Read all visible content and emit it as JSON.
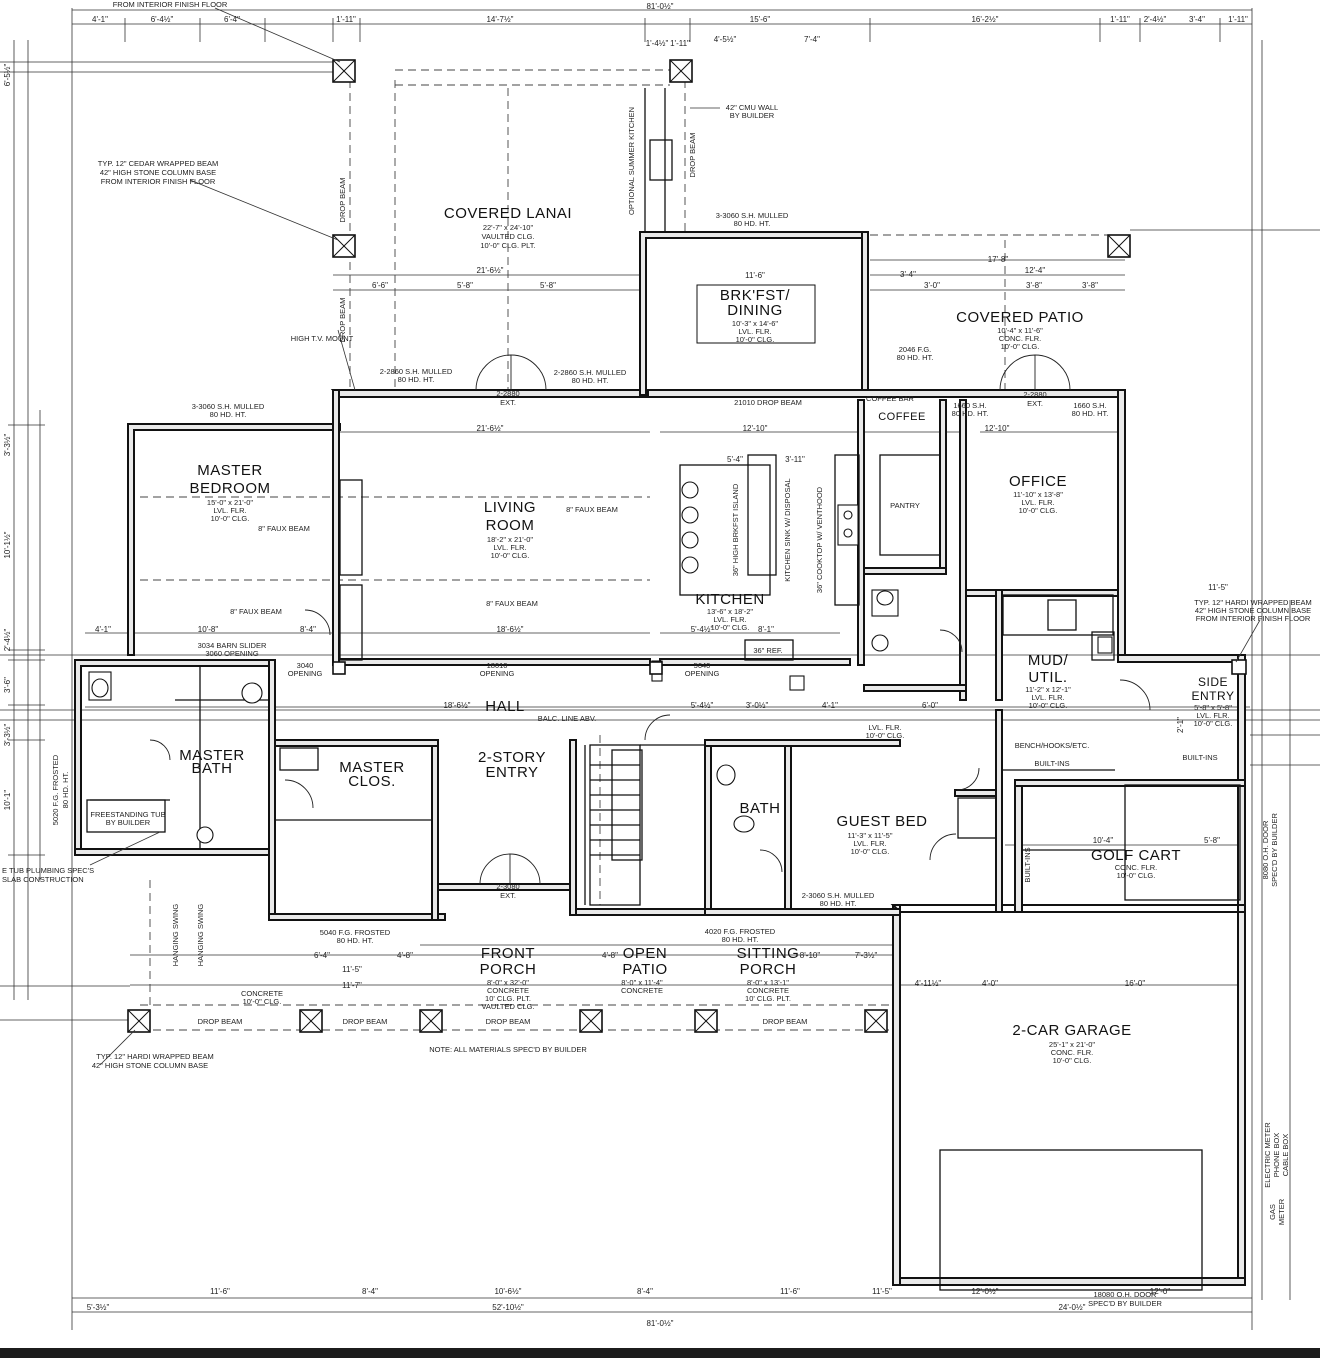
{
  "rooms": [
    {
      "id": "covered-lanai",
      "name": "COVERED LANAI",
      "x": 0,
      "y": 0,
      "lines": [
        "22'-7\" x 24'-10\"",
        "VAULTED CLG.",
        "10'-0\" CLG. PLT."
      ]
    },
    {
      "id": "brkfst-dining",
      "name": "BRK'FST/",
      "name2": "DINING",
      "lines": [
        "10'-3\" x 14'-6\"",
        "LVL. FLR.",
        "10'-0\" CLG."
      ]
    },
    {
      "id": "covered-patio",
      "name": "COVERED PATIO",
      "lines": [
        "10'-4\" x 11'-6\"",
        "CONC. FLR.",
        "10'-0\" CLG."
      ]
    },
    {
      "id": "master-bedroom",
      "name": "MASTER",
      "name2": "BEDROOM",
      "lines": [
        "15'-0\" x 21'-0\"",
        "LVL. FLR.",
        "10'-0\" CLG."
      ]
    },
    {
      "id": "living-room",
      "name": "LIVING",
      "name2": "ROOM",
      "lines": [
        "18'-2\" x 21'-0\"",
        "LVL. FLR.",
        "10'-0\" CLG."
      ]
    },
    {
      "id": "kitchen",
      "name": "KITCHEN",
      "lines": [
        "13'-6\" x 18'-2\"",
        "LVL. FLR.",
        "10'-0\" CLG."
      ]
    },
    {
      "id": "office",
      "name": "OFFICE",
      "lines": [
        "11'-10\" x 13'-8\"",
        "LVL. FLR.",
        "10'-0\" CLG."
      ]
    },
    {
      "id": "mud-util",
      "name": "MUD/",
      "name2": "UTIL.",
      "lines": [
        "11'-2\" x 12'-1\"",
        "LVL. FLR.",
        "10'-0\" CLG."
      ]
    },
    {
      "id": "hall",
      "name": "HALL",
      "lines": [
        "LVL. FLR.",
        "10'-0\" CLG."
      ]
    },
    {
      "id": "two-story-entry",
      "name": "2-STORY",
      "name2": "ENTRY"
    },
    {
      "id": "master-bath",
      "name": "MASTER",
      "name2": "BATH"
    },
    {
      "id": "master-clos",
      "name": "MASTER",
      "name2": "CLOS."
    },
    {
      "id": "bath",
      "name": "BATH"
    },
    {
      "id": "guest-bed",
      "name": "GUEST BED",
      "lines": [
        "11'-3\" x 11'-5\"",
        "LVL. FLR.",
        "10'-0\" CLG."
      ]
    },
    {
      "id": "golf-cart",
      "name": "GOLF CART",
      "lines": [
        "CONC. FLR.",
        "10'-0\" CLG."
      ]
    },
    {
      "id": "side-entry",
      "name": "SIDE",
      "name2": "ENTRY",
      "lines": [
        "5'-8\" x 5'-8\"",
        "LVL. FLR.",
        "10'-0\" CLG."
      ]
    },
    {
      "id": "front-porch",
      "name": "FRONT",
      "name2": "PORCH",
      "lines": [
        "8'-0\" x 32'-0\"",
        "CONCRETE",
        "10' CLG. PLT.",
        "VAULTED CLG."
      ]
    },
    {
      "id": "open-patio",
      "name": "OPEN",
      "name2": "PATIO",
      "lines": [
        "8'-0\" x 11'-4\"",
        "CONCRETE"
      ]
    },
    {
      "id": "sitting-porch",
      "name": "SITTING",
      "name2": "PORCH",
      "lines": [
        "8'-0\" x 13'-1\"",
        "CONCRETE",
        "10' CLG. PLT."
      ]
    },
    {
      "id": "garage",
      "name": "2-CAR GARAGE",
      "lines": [
        "25'-1\" x 21'-0\"",
        "CONC. FLR.",
        "10'-0\" CLG."
      ]
    },
    {
      "id": "pantry",
      "name": "PANTRY"
    },
    {
      "id": "coffee",
      "name": "COFFEE"
    }
  ],
  "notes": {
    "top_left": "FROM INTERIOR FINISH FLOOR",
    "cedar_beam": [
      "TYP. 12\" CEDAR WRAPPED BEAM",
      "42\" HIGH STONE COLUMN BASE",
      "FROM INTERIOR FINISH FLOOR"
    ],
    "cmu_wall": [
      "42\" CMU WALL",
      "BY BUILDER"
    ],
    "summer_kitchen": "OPTIONAL SUMMER KITCHEN",
    "lanai_doors": [
      "3-3060 S.H. MULLED",
      "80 HD. HT."
    ],
    "high_tv": "HIGH T.V. MOUNT",
    "mulled_left": [
      "2-2860 S.H. MULLED",
      "80 HD. HT."
    ],
    "mulled_right": [
      "2-2860 S.H. MULLED",
      "80 HD. HT."
    ],
    "ext_2880": [
      "2-2880",
      "EXT."
    ],
    "drop_beam_21010": "21010 DROP BEAM",
    "master_window": [
      "3-3060 S.H. MULLED",
      "80 HD. HT."
    ],
    "faux_beam": "8\" FAUX BEAM",
    "barn_slider": [
      "3034 BARN SLIDER",
      "3060 OPENING"
    ],
    "opening_3040": [
      "3040",
      "OPENING"
    ],
    "opening_18610": [
      "18610",
      "OPENING"
    ],
    "opening_5640": [
      "5640",
      "OPENING"
    ],
    "balc": "BALC. LINE ABV.",
    "hardi_right": [
      "TYP. 12\" HARDI WRAPPED BEAM",
      "42\" HIGH STONE COLUMN BASE",
      "FROM INTERIOR FINISH FLOOR"
    ],
    "hardi_left": [
      "TYP. 12\" HARDI WRAPPED BEAM",
      "42\" HIGH STONE COLUMN BASE"
    ],
    "tub": [
      "E TUB PLUMBING SPEC'S",
      "SLAB CONSTRUCTION"
    ],
    "freestanding_tub": [
      "FREESTANDING TUB",
      "BY BUILDER"
    ],
    "frosted_left": [
      "5020 F.G. FROSTED",
      "80 HD. HT."
    ],
    "frosted_5040": [
      "5040 F.G. FROSTED",
      "80 HD. HT."
    ],
    "frosted_4020": [
      "4020 F.G. FROSTED",
      "80 HD. HT."
    ],
    "front_door": [
      "2-3080",
      "EXT."
    ],
    "guest_window": [
      "2-3060 S.H. MULLED",
      "80 HD. HT."
    ],
    "hanging_swing": "HANGING SWING",
    "drop_beam": "DROP BEAM",
    "materials": "NOTE: ALL MATERIALS SPEC'D BY BUILDER",
    "garage_door_side": [
      "8080 O.H. DOOR",
      "SPEC'D BY BUILDER"
    ],
    "garage_door_front": [
      "18080 O.H. DOOR",
      "SPEC'D BY BUILDER"
    ],
    "meter": [
      "ELECTRIC METER",
      "PHONE BOX",
      "CABLE BOX"
    ],
    "gas": [
      "GAS",
      "METER"
    ],
    "island": "36\" HIGH BRKFST ISLAND",
    "sink": "KITCHEN SINK W/ DISPOSAL",
    "cooktop": "36\" COOKTOP W/ VENTHOOD",
    "ref": "36\" REF.",
    "benchhooks": "BENCH/HOOKS/ETC.",
    "built_ins": "BUILT-INS",
    "coffee_bar": "COFFEE BAR",
    "concrete": [
      "CONCRETE",
      "10'-0\" CLG."
    ],
    "office_windows": [
      "1660 S.H.",
      "80 HD. HT."
    ],
    "patio_window": [
      "2046 F.G.",
      "80 HD. HT."
    ]
  },
  "dims": {
    "overall": "81'-0½\"",
    "top_1": "4'-1\"",
    "top_2": "6'-4½\"",
    "top_3": "6'-4\"",
    "top_4": "1'-11\"",
    "top_5": "14'-7½\"",
    "top_6": "1'-4½\"",
    "top_7": "1'-11\"",
    "top_8": "4'-5½\"",
    "top_9": "15'-6\"",
    "top_10": "7'-4\"",
    "top_11": "16'-2½\"",
    "top_12": "1'-11\"",
    "top_13": "2'-4½\"",
    "top_14": "3'-4\"",
    "top_15": "1'-11\"",
    "lanai_width": "21'-6½\"",
    "lanai_a": "6'-6\"",
    "lanai_b": "5'-8\"",
    "lanai_c": "5'-8\"",
    "brk_width": "11'-6\"",
    "patio_a": "17'-8\"",
    "patio_b": "12'-4\"",
    "patio_c": "3'-4\"",
    "patio_d": "3'-8\"",
    "patio_e": "3'-8\"",
    "patio_f": "3'-0\"",
    "living_w": "21'-6½\"",
    "kit_w": "12'-10\"",
    "kit_a": "5'-4\"",
    "kit_b": "3'-11\"",
    "office_w": "12'-10\"",
    "living_b": "18'-6½\"",
    "master_a": "10'-8\"",
    "master_b": "8'-4\"",
    "master_c": "4'-1\"",
    "kit_c": "8'-1\"",
    "kit_d": "5'-4½\"",
    "hall_a": "18'-6½\"",
    "hall_b": "5'-4½\"",
    "hall_c": "3'-0½\"",
    "hall_d": "4'-1\"",
    "hall_e": "6'-0\"",
    "bottom_1": "11'-6\"",
    "bottom_2": "8'-4\"",
    "bottom_3": "10'-6½\"",
    "bottom_4": "8'-4\"",
    "bottom_5": "11'-6\"",
    "bottom_6": "11'-5\"",
    "bottom_7": "12'-0½\"",
    "bottom_8": "12'-0\"",
    "bottom_total": "52'-10½\"",
    "bottom_left": "5'-3½\"",
    "garage_total": "24'-0½\"",
    "garage_a": "4'-11½\"",
    "garage_b": "4'-0\"",
    "garage_c": "16'-0\"",
    "porch_a": "6'-4\"",
    "porch_b": "4'-8\"",
    "porch_c": "11'-5\"",
    "porch_d": "11'-7\"",
    "porch_e": "4'-8\"",
    "porch_f": "8'-10\"",
    "porch_g": "7'-3½\"",
    "golf_a": "10'-4\"",
    "golf_b": "5'-8\"",
    "left_1": "10'-1½\"",
    "left_2": "3'-3½\"",
    "left_3": "2'-4½\"",
    "left_4": "3'-6\"",
    "left_5": "3'-3½\"",
    "left_6": "10'-1\"",
    "left_7": "6'-5½\"",
    "right_1": "11'-5\"",
    "right_2": "2'-1\""
  }
}
